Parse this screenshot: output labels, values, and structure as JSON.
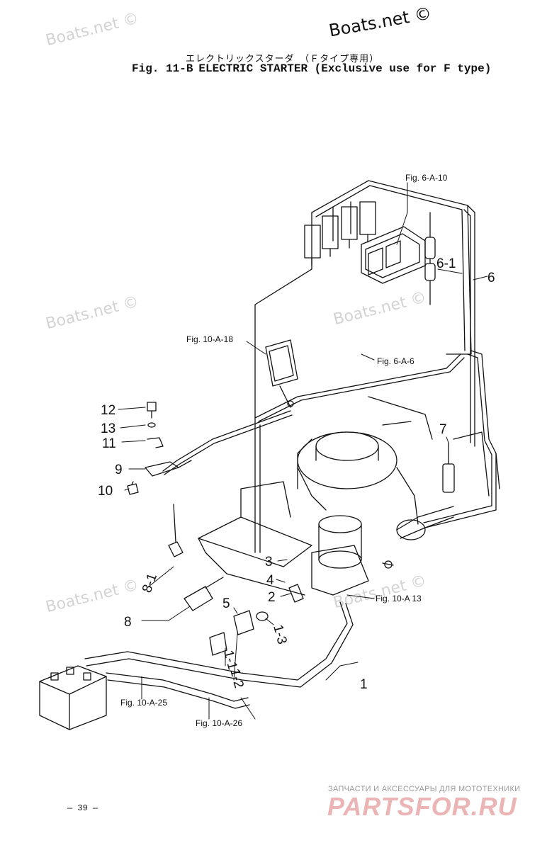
{
  "watermarks": {
    "corner_text": "Boats.net ©",
    "faded": [
      "Boats.net ©",
      "Boats.net ©",
      "Boats.net ©",
      "Boats.net ©",
      "Boats.net ©"
    ]
  },
  "header": {
    "japanese_title": "エレクトリックスターダ　（Ｆタイプ専用）",
    "fig_label": "Fig. 11-B",
    "title": "ELECTRIC STARTER (Exclusive use for F type)"
  },
  "callouts": {
    "fig_6_a_10": "Fig. 6-A-10",
    "fig_10_a_18": "Fig. 10-A-18",
    "fig_6_a_6": "Fig. 6-A-6",
    "fig_10_a_13": "Fig. 10-A 13",
    "fig_10_a_25": "Fig. 10-A-25",
    "fig_10_a_26": "Fig. 10-A-26"
  },
  "part_numbers": {
    "p1": "1",
    "p1_1": "1-1",
    "p1_2": "1-2",
    "p1_3": "1-3",
    "p2": "2",
    "p3": "3",
    "p4": "4",
    "p5": "5",
    "p6": "6",
    "p6_1": "6-1",
    "p7": "7",
    "p8": "8",
    "p8_1": "8-1",
    "p9": "9",
    "p10": "10",
    "p11": "11",
    "p12": "12",
    "p13": "13"
  },
  "footer": {
    "page_number": "— 39 —",
    "brand_tagline": "ЗАПЧАСТИ И АКСЕССУАРЫ ДЛЯ МОТОТЕХНИКИ",
    "brand_name": "PARTSFOR.RU"
  }
}
